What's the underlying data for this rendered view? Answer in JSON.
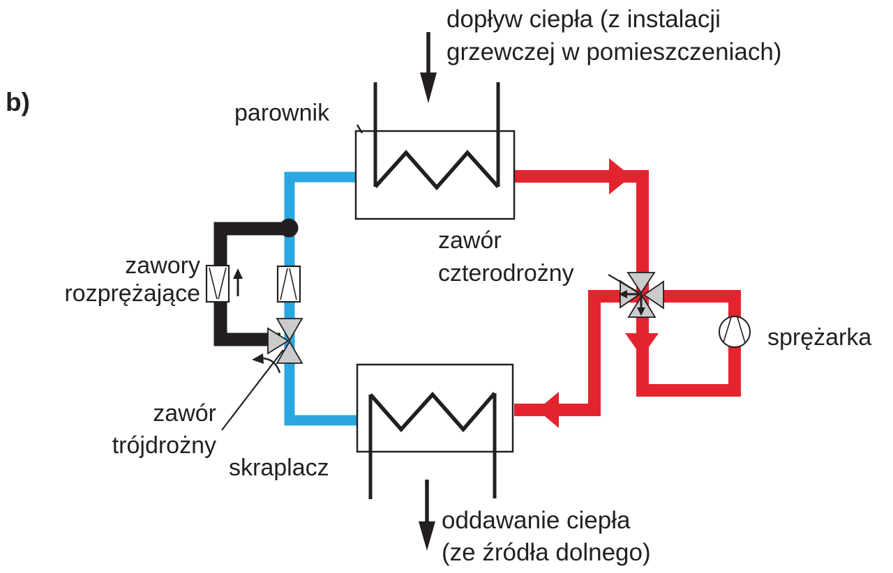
{
  "figure_label": "b)",
  "labels": {
    "heat_in_line1": "dopływ ciepła (z instalacji",
    "heat_in_line2": "grzewczej w pomieszczeniach)",
    "evaporator": "parownik",
    "four_way_valve_line1": "zawór",
    "four_way_valve_line2": "czterodrożny",
    "compressor": "sprężarka",
    "expansion_valves_line1": "zawory",
    "expansion_valves_line2": "rozprężające",
    "three_way_valve_line1": "zawór",
    "three_way_valve_line2": "trójdrożny",
    "condenser": "skraplacz",
    "heat_out_line1": "oddawanie ciepła",
    "heat_out_line2": "(ze źródła dolnego)"
  },
  "colors": {
    "hot_pipe": "#e3242e",
    "cold_pipe": "#2aa7e0",
    "ink": "#231f20",
    "valve_fill": "#cbcbcb",
    "exchanger_fill": "#ffffff"
  }
}
